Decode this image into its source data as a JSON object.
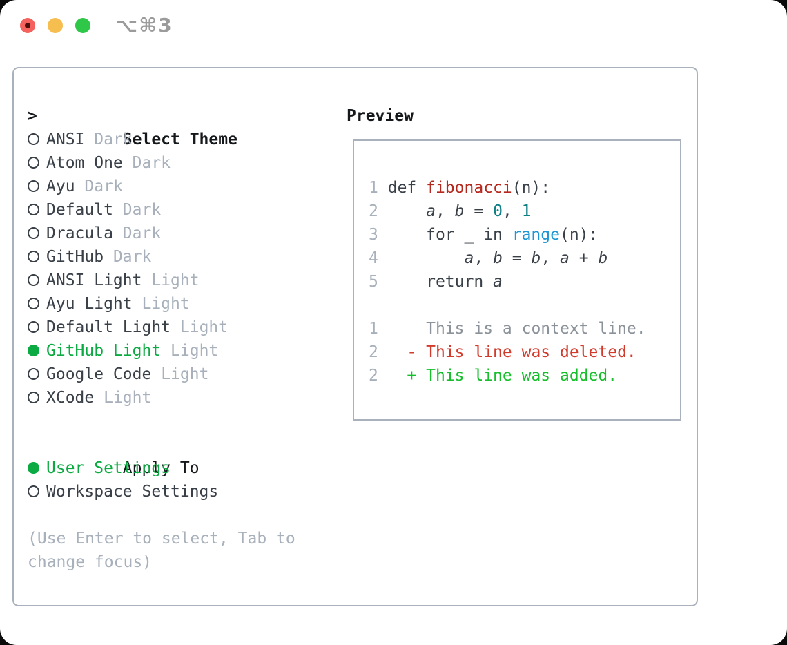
{
  "window": {
    "shortcut": "⌥⌘3"
  },
  "colors": {
    "accent_green": "#0caa42",
    "function_red": "#b5281e",
    "number_teal": "#0e7e85",
    "builtin_blue": "#1c96d4",
    "deleted_red": "#d23b2c",
    "added_green": "#16bf2b",
    "context_gray": "#8b929a",
    "muted_gray": "#a7b0bb",
    "border_gray": "#a8b1bc",
    "traffic_red": "#f5615c",
    "traffic_yellow": "#f6bd4f",
    "traffic_green": "#2fc748"
  },
  "theme_picker": {
    "prompt": ">",
    "title": "Select Theme",
    "items": [
      {
        "name": "ANSI",
        "tag": "Dark",
        "selected": false
      },
      {
        "name": "Atom One",
        "tag": "Dark",
        "selected": false
      },
      {
        "name": "Ayu",
        "tag": "Dark",
        "selected": false
      },
      {
        "name": "Default",
        "tag": "Dark",
        "selected": false
      },
      {
        "name": "Dracula",
        "tag": "Dark",
        "selected": false
      },
      {
        "name": "GitHub",
        "tag": "Dark",
        "selected": false
      },
      {
        "name": "ANSI Light",
        "tag": "Light",
        "selected": false
      },
      {
        "name": "Ayu Light",
        "tag": "Light",
        "selected": false
      },
      {
        "name": "Default Light",
        "tag": "Light",
        "selected": false
      },
      {
        "name": "GitHub Light",
        "tag": "Light",
        "selected": true
      },
      {
        "name": "Google Code",
        "tag": "Light",
        "selected": false
      },
      {
        "name": "XCode",
        "tag": "Light",
        "selected": false
      }
    ],
    "apply_to": {
      "label": "Apply To",
      "options": [
        {
          "name": "User Settings",
          "selected": true
        },
        {
          "name": "Workspace Settings",
          "selected": false
        }
      ]
    },
    "hint": "(Use Enter to select, Tab to change focus)"
  },
  "preview": {
    "label": "Preview",
    "code_lines": [
      {
        "num": "1",
        "tokens": [
          {
            "t": "def ",
            "s": "plain"
          },
          {
            "t": "fibonacci",
            "s": "func"
          },
          {
            "t": "(n):",
            "s": "plain"
          }
        ]
      },
      {
        "num": "2",
        "tokens": [
          {
            "t": "    ",
            "s": "plain"
          },
          {
            "t": "a",
            "s": "var"
          },
          {
            "t": ", ",
            "s": "plain"
          },
          {
            "t": "b",
            "s": "var"
          },
          {
            "t": " = ",
            "s": "plain"
          },
          {
            "t": "0",
            "s": "num"
          },
          {
            "t": ", ",
            "s": "plain"
          },
          {
            "t": "1",
            "s": "num"
          }
        ]
      },
      {
        "num": "3",
        "tokens": [
          {
            "t": "    for _ in ",
            "s": "plain"
          },
          {
            "t": "range",
            "s": "builtin"
          },
          {
            "t": "(n):",
            "s": "plain"
          }
        ]
      },
      {
        "num": "4",
        "tokens": [
          {
            "t": "        ",
            "s": "plain"
          },
          {
            "t": "a",
            "s": "var"
          },
          {
            "t": ", ",
            "s": "plain"
          },
          {
            "t": "b",
            "s": "var"
          },
          {
            "t": " = ",
            "s": "plain"
          },
          {
            "t": "b",
            "s": "var"
          },
          {
            "t": ", ",
            "s": "plain"
          },
          {
            "t": "a",
            "s": "var"
          },
          {
            "t": " + ",
            "s": "plain"
          },
          {
            "t": "b",
            "s": "var"
          }
        ]
      },
      {
        "num": "5",
        "tokens": [
          {
            "t": "    return ",
            "s": "plain"
          },
          {
            "t": "a",
            "s": "var"
          }
        ]
      },
      {
        "num": "",
        "tokens": []
      }
    ],
    "diff_lines": [
      {
        "num": "1",
        "marker": " ",
        "text": "This is a context line.",
        "kind": "context"
      },
      {
        "num": "2",
        "marker": "-",
        "text": "This line was deleted.",
        "kind": "deleted"
      },
      {
        "num": "2",
        "marker": "+",
        "text": "This line was added.",
        "kind": "added"
      }
    ]
  }
}
